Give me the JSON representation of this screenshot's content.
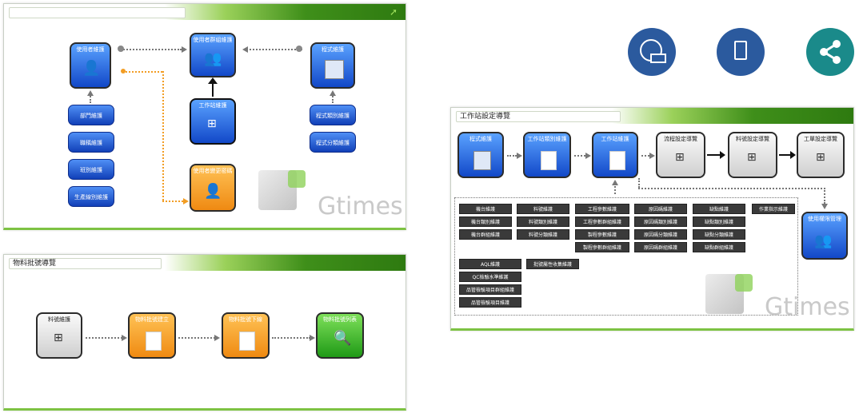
{
  "panel1": {
    "user_maint": "使用者維護",
    "group_maint": "使用者群組維護",
    "program_maint": "程式維護",
    "dept_maint": "部門維護",
    "job_maint": "職稱維護",
    "shift_maint": "班別維護",
    "line_maint": "生產線別維護",
    "station_maint": "工作站維護",
    "program_cat_maint": "程式類別維護",
    "program_sub_maint": "程式分類維護",
    "password_change": "使用者變更密碼",
    "watermark": "Gtimes"
  },
  "panel2": {
    "title": "物料批號導覽",
    "material_maint": "料號維護",
    "batch_create": "物料批號建立",
    "batch_issue": "物料批號下線",
    "batch_list": "物料批號列表"
  },
  "panel3": {
    "title": "工作站設定導覽",
    "program_maint": "程式維護",
    "station_cat_maint": "工作站類別維護",
    "station_maint": "工作站維護",
    "flow_guide": "流程設定導覽",
    "material_guide": "料號設定導覽",
    "order_guide": "工單設定導覽",
    "user_mgmt": "使用權限管理",
    "watermark": "Gtimes",
    "grid": [
      [
        "機台維護",
        "機台類別維護",
        "機台群組維護"
      ],
      [
        "料號維護",
        "料號類別維護",
        "料號分類維護"
      ],
      [
        "工程參數維護",
        "工程參數群組維護",
        "製程參數維護",
        "製程參數群組維護"
      ],
      [
        "原因碼維護",
        "原因碼類別維護",
        "原因碼分類維護",
        "原因碼群組維護"
      ],
      [
        "缺點維護",
        "缺點類別維護",
        "缺點分類維護",
        "缺點群組維護"
      ],
      [
        "作業指示維護"
      ]
    ],
    "grid2": [
      "AQL維護",
      "QC檢驗水準維護",
      "品管檢驗項目群組維護",
      "品管檢驗項目維護"
    ],
    "grid2b": "批號屬性收集維護"
  },
  "icons": [
    "globe-icon",
    "document-icon",
    "share-icon"
  ],
  "colors": {
    "accent_green": "#7dc243",
    "icon_blue": "#2b5a9e",
    "icon_teal": "#1a8a8a"
  }
}
